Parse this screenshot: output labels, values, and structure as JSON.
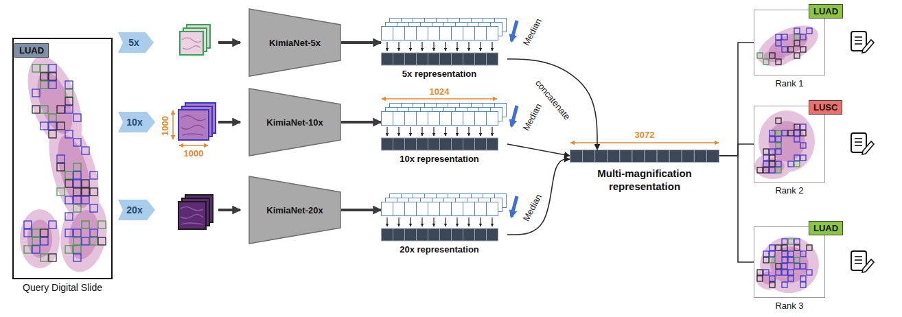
{
  "diagram": {
    "nodes": [
      {
        "text": [
          "Query Digital Slide"
        ]
      },
      {
        "text": [
          "LUAD"
        ],
        "in": 0
      },
      {
        "text": [
          "5x"
        ]
      },
      {
        "text": [
          "10x"
        ]
      },
      {
        "text": [
          "20x"
        ]
      },
      {
        "text": [
          "KimiaNet-5x"
        ]
      },
      {
        "text": [
          "KimiaNet-10x"
        ]
      },
      {
        "text": [
          "KimiaNet-20x"
        ]
      },
      {
        "text": [
          "5x representation"
        ]
      },
      {
        "text": [
          "10x representation"
        ]
      },
      {
        "text": [
          "20x representation"
        ]
      },
      {
        "text": [
          "Multi-magnification representation"
        ]
      },
      {
        "text": [
          "Rank 1"
        ]
      },
      {
        "text": [
          "LUAD"
        ],
        "in": 12
      },
      {
        "text": [
          "Rank 2"
        ]
      },
      {
        "text": [
          "LUSC"
        ],
        "in": 14
      },
      {
        "text": [
          "Rank 3"
        ]
      },
      {
        "text": [
          "LUAD"
        ],
        "in": 16
      }
    ],
    "edges": [
      {
        "from": 5,
        "to": 8,
        "arrow": "to"
      },
      {
        "from": 6,
        "to": 9,
        "arrow": "to"
      },
      {
        "from": 7,
        "to": 10,
        "arrow": "to"
      },
      {
        "from": 8,
        "to": 11,
        "arrow": "to",
        "label": "concatenate"
      },
      {
        "from": 9,
        "to": 11,
        "arrow": "to"
      },
      {
        "from": 10,
        "to": 11,
        "arrow": "to"
      },
      {
        "from": 11,
        "to": 12,
        "arrow": "none"
      },
      {
        "from": 11,
        "to": 14,
        "arrow": "none"
      },
      {
        "from": 11,
        "to": 16,
        "arrow": "none"
      }
    ],
    "labels": [
      "1000",
      "1000",
      "Median",
      "1024",
      "Median",
      "Median",
      "3072"
    ]
  }
}
